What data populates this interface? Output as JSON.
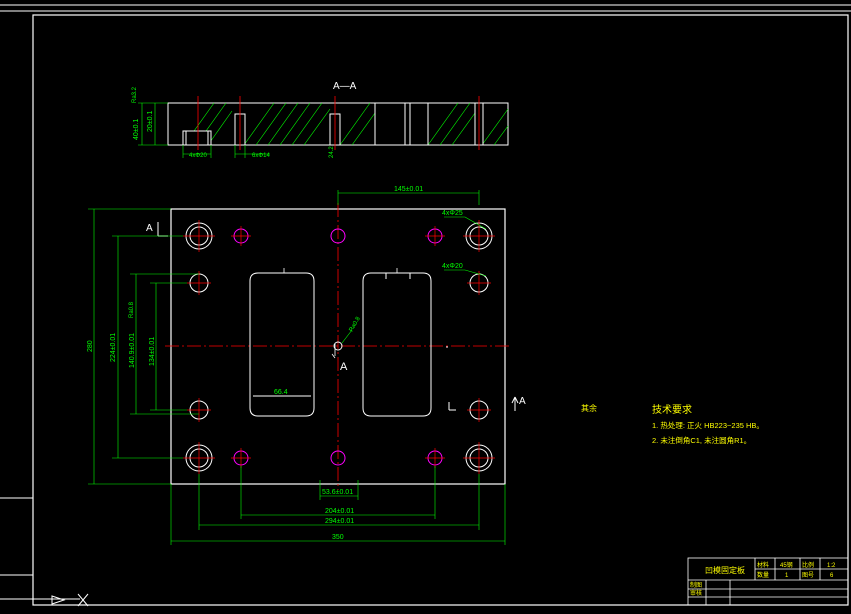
{
  "section_title": "A—A",
  "section_marker": "A",
  "center_marker": "A",
  "dims": {
    "d145": "145±0.01",
    "d204": "204±0.01",
    "d294": "294±0.01",
    "d53": "53.6±0.01",
    "d350": "350",
    "d280": "280",
    "d224": "224±0.01",
    "d140": "140.9±0.01",
    "d134": "134±0.01",
    "d66": "66.4",
    "h40": "40±0.1",
    "h20": "20±0.1",
    "h4": "4xΦ20",
    "h6": "6xΦ14",
    "h24": "24.2",
    "hole_a": "4xΦ25",
    "hole_b": "4xΦ20",
    "rough_top": "Ra0.8",
    "rough_side": "Ra3.2",
    "rough_mid": "Ra0.8",
    "rough_left": "Ra0.8",
    "rough_main": "其余"
  },
  "tech": {
    "title": "技术要求",
    "line1": "1. 热处理: 正火 HB223~235 HB。",
    "line2": "2. 未注倒角C1, 未注圆角R1。"
  },
  "title_block": {
    "part_name": "凹模固定板",
    "material_label": "材料",
    "material_value": "45钢",
    "scale_label": "比例",
    "scale_value": "1:2",
    "qty_label": "数量",
    "qty_value": "1",
    "sheet_label": "图号",
    "sheet_value": "6",
    "designer_label": "制图",
    "checker_label": "审核"
  },
  "colors": {
    "border": "#ffffff",
    "dim": "#00ff00",
    "center": "#ff0000",
    "hatch": "#00ff00",
    "pin": "#ff00ff",
    "text": "#ffff00"
  }
}
